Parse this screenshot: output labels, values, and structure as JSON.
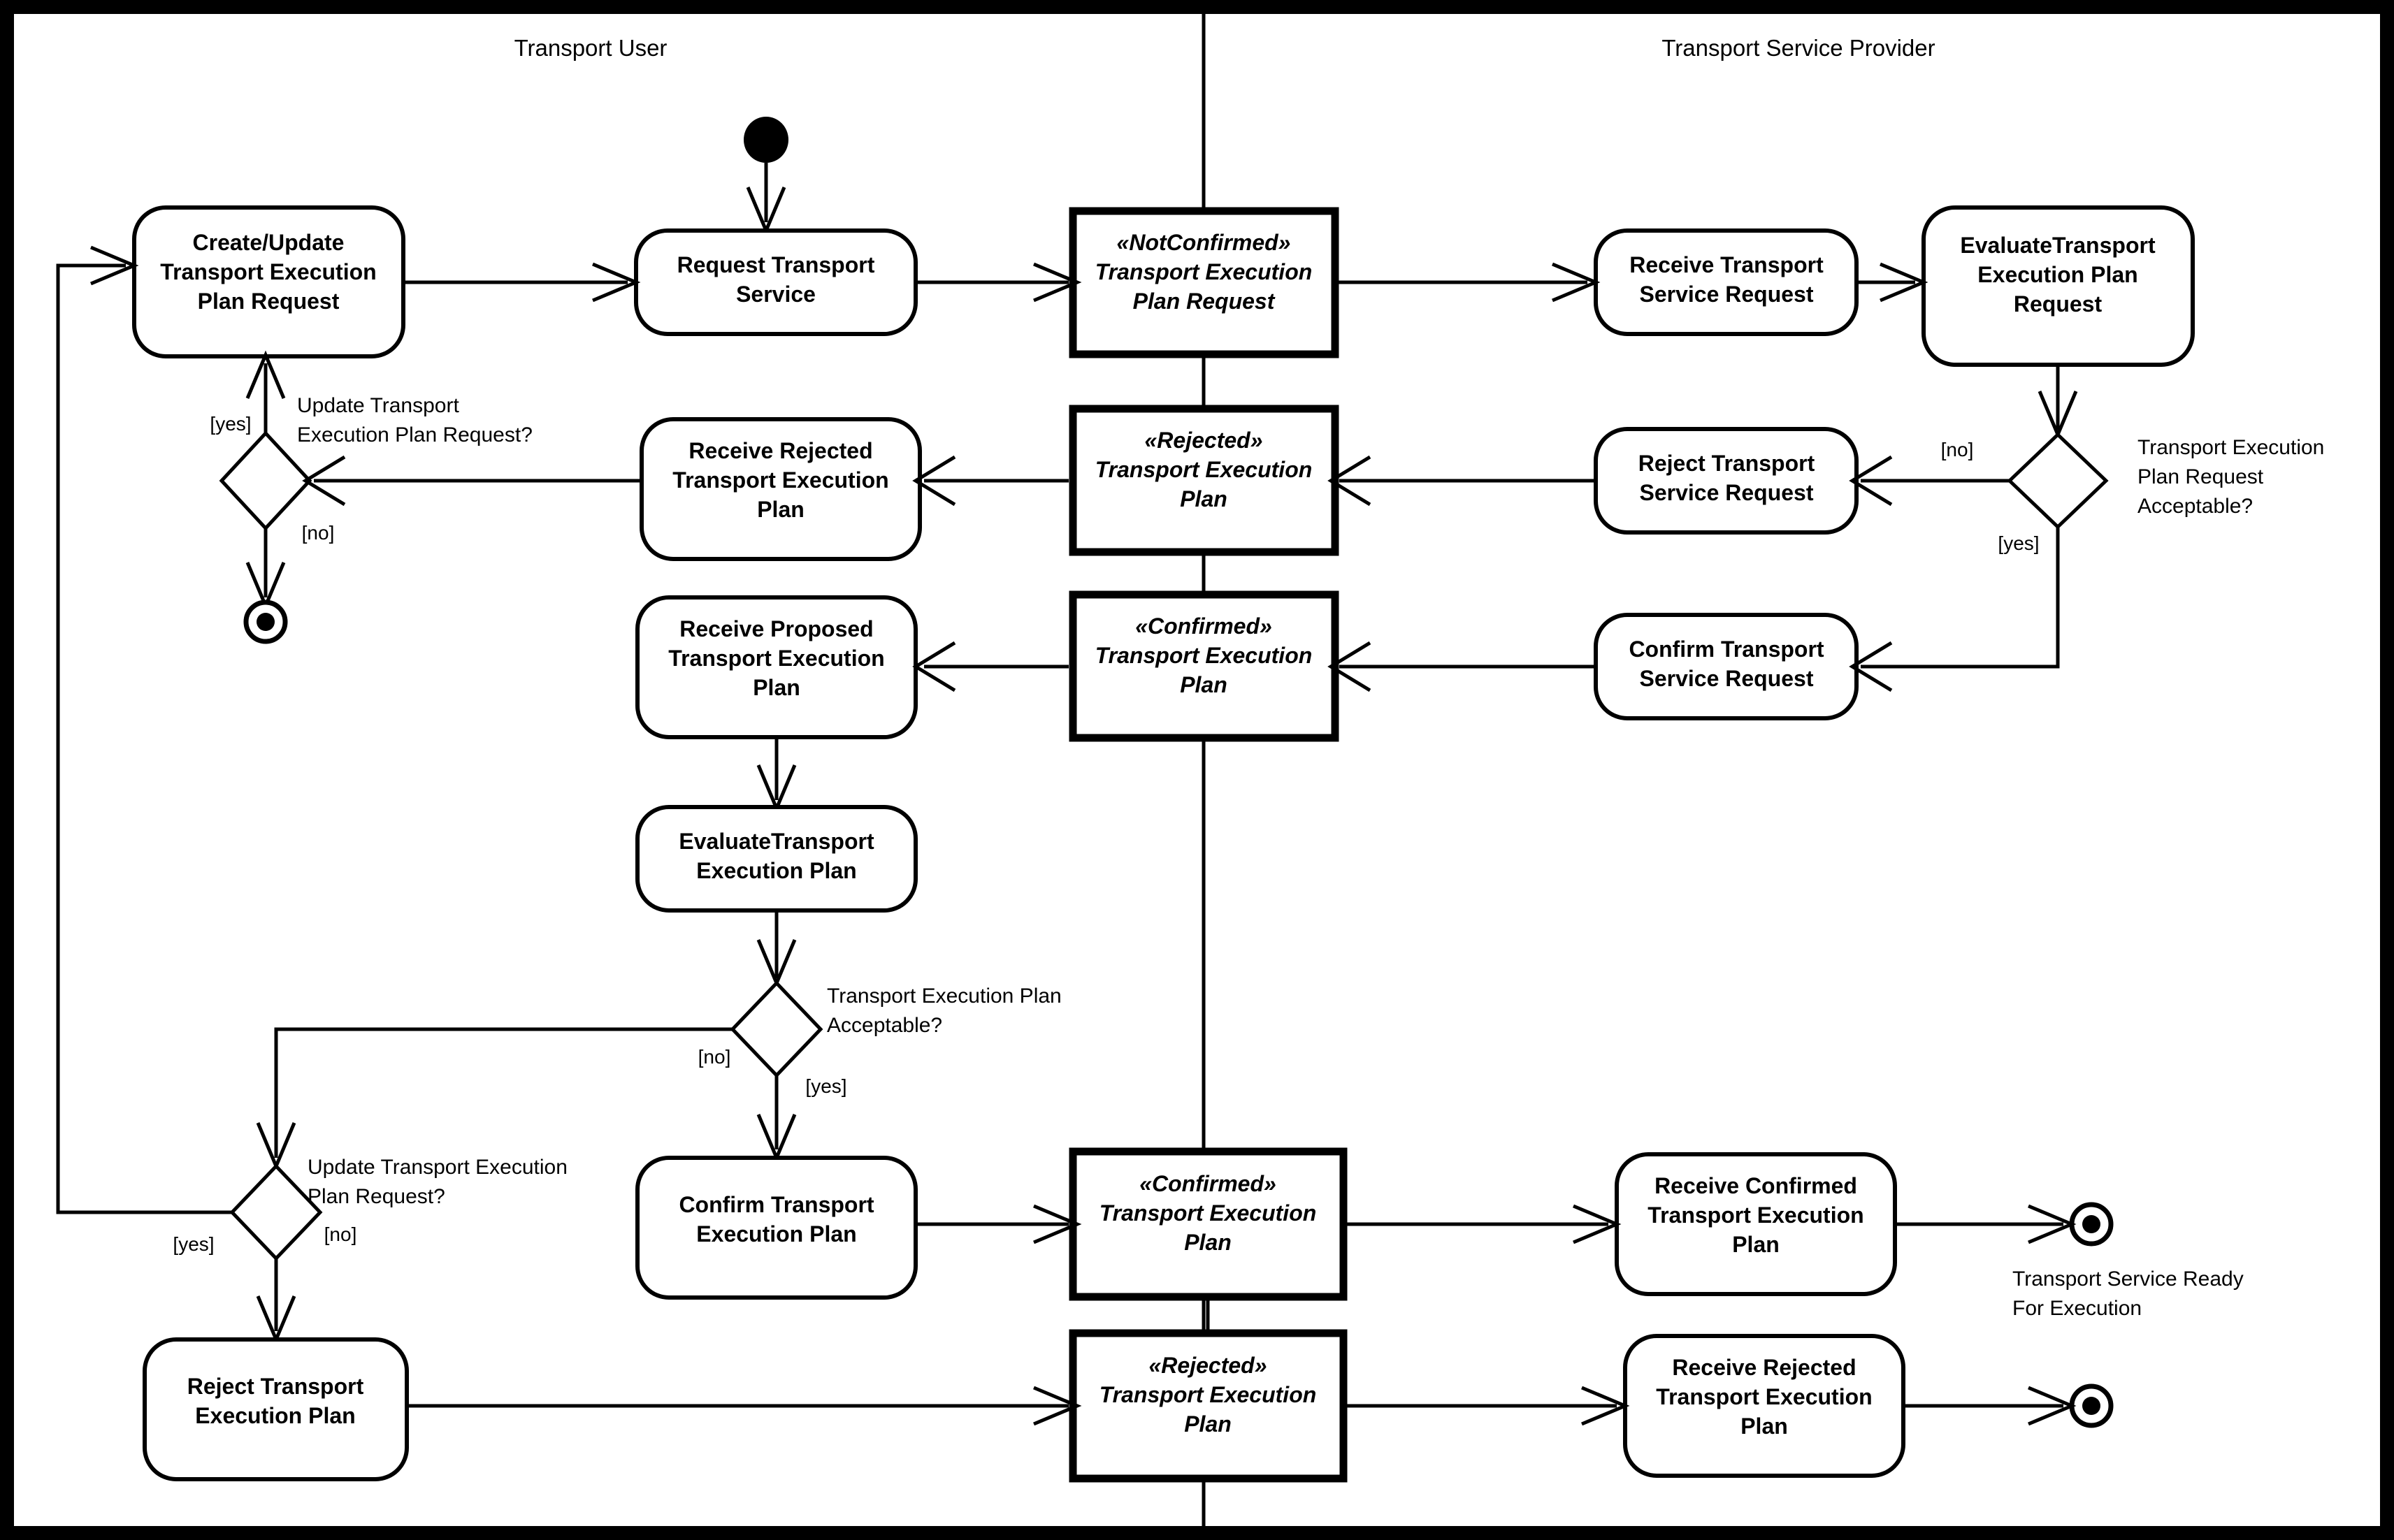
{
  "diagram": {
    "type": "uml-activity-diagram",
    "lanes": [
      {
        "id": "transport-user",
        "label": "Transport User"
      },
      {
        "id": "transport-service-provider",
        "label": "Transport Service Provider"
      }
    ],
    "actions": {
      "create_update_teprq": {
        "line1": "Create/Update",
        "line2": "Transport Execution",
        "line3": "Plan Request"
      },
      "request_transport_service": {
        "line1": "Request Transport",
        "line2": "Service",
        "line3": ""
      },
      "receive_transport_service_request": {
        "line1": "Receive Transport",
        "line2": "Service Request",
        "line3": ""
      },
      "evaluate_teprq": {
        "line1": "EvaluateTransport",
        "line2": "Execution Plan",
        "line3": "Request"
      },
      "reject_transport_service_request": {
        "line1": "Reject Transport",
        "line2": "Service Request",
        "line3": ""
      },
      "receive_rejected_tep_user": {
        "line1": "Receive Rejected",
        "line2": "Transport Execution",
        "line3": "Plan"
      },
      "confirm_transport_service_request": {
        "line1": "Confirm Transport",
        "line2": "Service Request",
        "line3": ""
      },
      "receive_proposed_tep": {
        "line1": "Receive Proposed",
        "line2": "Transport Execution",
        "line3": "Plan"
      },
      "evaluate_tep": {
        "line1": "EvaluateTransport",
        "line2": "Execution Plan",
        "line3": ""
      },
      "confirm_tep": {
        "line1": "Confirm Transport",
        "line2": "Execution Plan",
        "line3": ""
      },
      "receive_confirmed_tep": {
        "line1": "Receive Confirmed",
        "line2": "Transport Execution",
        "line3": "Plan"
      },
      "reject_tep": {
        "line1": "Reject Transport",
        "line2": "Execution Plan",
        "line3": ""
      },
      "receive_rejected_tep_provider": {
        "line1": "Receive Rejected",
        "line2": "Transport Execution",
        "line3": "Plan"
      }
    },
    "objects": {
      "notconfirmed_teprq": {
        "stereotype": "«NotConfirmed»",
        "line1": "Transport Execution",
        "line2": "Plan Request"
      },
      "rejected_tep_top": {
        "stereotype": "«Rejected»",
        "line1": "Transport Execution",
        "line2": "Plan"
      },
      "confirmed_tep_top": {
        "stereotype": "«Confirmed»",
        "line1": "Transport Execution",
        "line2": "Plan"
      },
      "confirmed_tep_bottom": {
        "stereotype": "«Confirmed»",
        "line1": "Transport Execution",
        "line2": "Plan"
      },
      "rejected_tep_bottom": {
        "stereotype": "«Rejected»",
        "line1": "Transport Execution",
        "line2": "Plan"
      }
    },
    "decisions": {
      "update_teprq_top": {
        "question_line1": "Update Transport",
        "question_line2": "Execution Plan Request?",
        "yes": "[yes]",
        "no": "[no]"
      },
      "teprq_acceptable": {
        "question_line1": "Transport Execution",
        "question_line2": "Plan Request",
        "question_line3": "Acceptable?",
        "yes": "[yes]",
        "no": "[no]"
      },
      "tep_acceptable": {
        "question_line1": "Transport Execution Plan",
        "question_line2": "Acceptable?",
        "yes": "[yes]",
        "no": "[no]"
      },
      "update_teprq_bottom": {
        "question_line1": "Update Transport Execution",
        "question_line2": "Plan Request?",
        "yes": "[yes]",
        "no": "[no]"
      }
    },
    "annotations": {
      "final_ready": {
        "line1": "Transport Service Ready",
        "line2": "For Execution"
      }
    },
    "colors": {
      "stroke": "#000000",
      "fill": "#ffffff"
    }
  }
}
